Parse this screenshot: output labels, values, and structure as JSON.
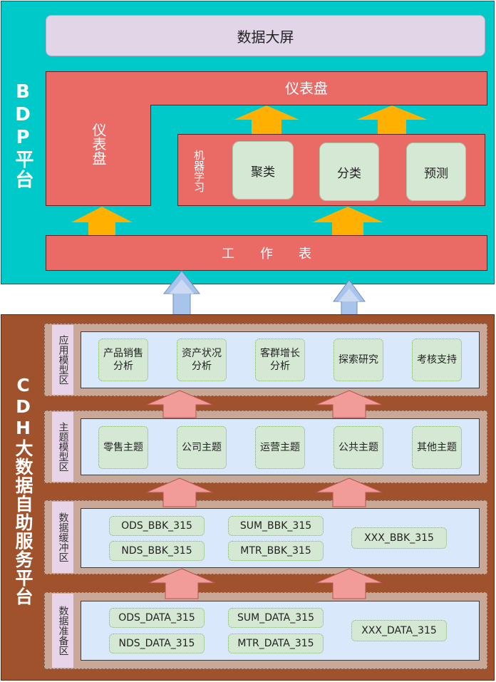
{
  "bdp": {
    "title": "BDP平台",
    "data_screen": "数据大屏",
    "dashboard_top": "仪表盘",
    "dashboard_side": "仪表盘",
    "ml_label": "机器学习",
    "ml_items": [
      "聚类",
      "分类",
      "预测"
    ],
    "worksheet": "工　　作　　表"
  },
  "cdh": {
    "title": "CDH大数据自助服务平台",
    "layers": [
      {
        "label": "应用模型区",
        "items": [
          "产品销售\n分析",
          "资产状况\n分析",
          "客群增长\n分析",
          "探索研究",
          "考核支持"
        ]
      },
      {
        "label": "主题模型区",
        "items": [
          "零售主题",
          "公司主题",
          "运营主题",
          "公共主题",
          "其他主题"
        ]
      },
      {
        "label": "数据缓冲区",
        "items": [
          "ODS_BBK_315",
          "NDS_BBK_315",
          "SUM_BBK_315",
          "MTR_BBK_315",
          "XXX_BBK_315"
        ]
      },
      {
        "label": "数据准备区",
        "items": [
          "ODS_DATA_315",
          "NDS_DATA_315",
          "SUM_DATA_315",
          "MTR_DATA_315",
          "XXX_DATA_315"
        ]
      }
    ]
  },
  "colors": {
    "bdp_bg": "#00c9c9",
    "cdh_bg": "#a0522d",
    "red_block": "#ea6b66",
    "green_pill": "#d5e8d4",
    "blue_box": "#dae8fc",
    "yellow_arrow": "#ffb000",
    "pink_arrow": "#f19c99",
    "blue_arrow": "#a9c4eb"
  }
}
